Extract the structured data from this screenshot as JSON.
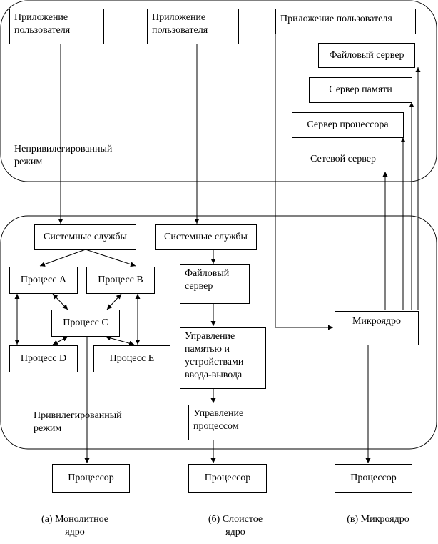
{
  "regions": {
    "user_mode": "Непривилегированный режим",
    "kernel_mode": "Привилегированный режим"
  },
  "monolithic": {
    "app": "Приложение пользователя",
    "services": "Системные службы",
    "proc_a": "Процесс A",
    "proc_b": "Процесс B",
    "proc_c": "Процесс C",
    "proc_d": "Процесс D",
    "proc_e": "Процесс E",
    "cpu": "Процессор",
    "caption": "(а) Монолитное ядро"
  },
  "layered": {
    "app": "Приложение пользователя",
    "services": "Системные службы",
    "file_server": "Файловый сервер",
    "mem_io": "Управление памятью и устройствами ввода-вывода",
    "proc_mgmt": "Управление процессом",
    "cpu": "Процессор",
    "caption": "(б) Слоистое ядро"
  },
  "microkernel": {
    "app": "Приложение пользователя",
    "file_server": "Файловый сервер",
    "mem_server": "Сервер памяти",
    "cpu_server": "Сервер процессора",
    "net_server": "Сетевой сервер",
    "kernel": "Микроядро",
    "cpu": "Процессор",
    "caption": "(в) Микроядро"
  }
}
